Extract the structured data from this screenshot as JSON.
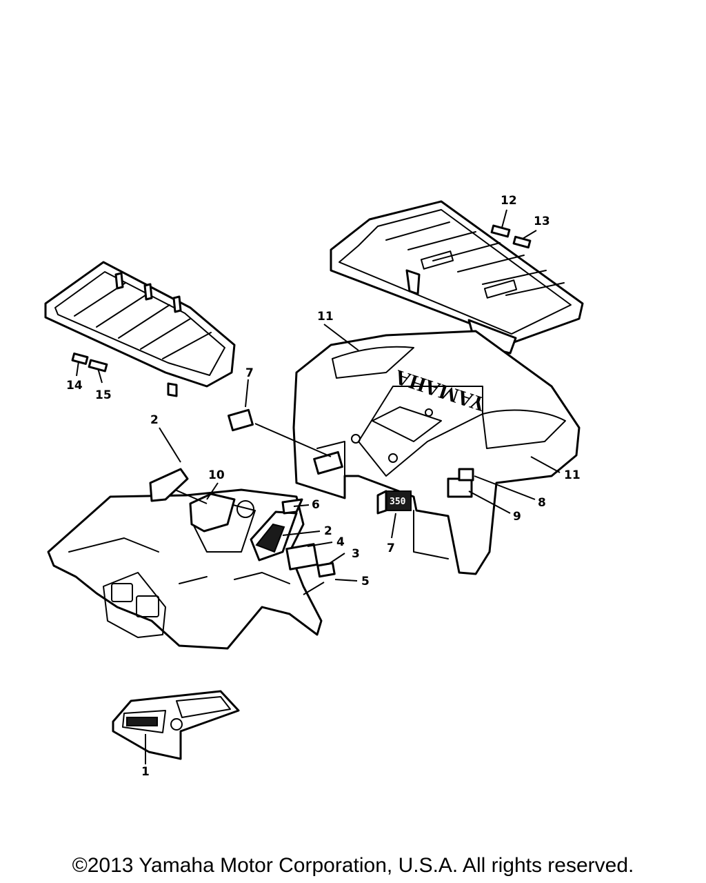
{
  "diagram": {
    "callouts": [
      {
        "id": "c1",
        "label": "1"
      },
      {
        "id": "c2a",
        "label": "2"
      },
      {
        "id": "c2b",
        "label": "2"
      },
      {
        "id": "c3",
        "label": "3"
      },
      {
        "id": "c4",
        "label": "4"
      },
      {
        "id": "c5",
        "label": "5"
      },
      {
        "id": "c6",
        "label": "6"
      },
      {
        "id": "c7a",
        "label": "7"
      },
      {
        "id": "c7b",
        "label": "7"
      },
      {
        "id": "c8",
        "label": "8"
      },
      {
        "id": "c9",
        "label": "9"
      },
      {
        "id": "c10",
        "label": "10"
      },
      {
        "id": "c11a",
        "label": "11"
      },
      {
        "id": "c11b",
        "label": "11"
      },
      {
        "id": "c12",
        "label": "12"
      },
      {
        "id": "c13",
        "label": "13"
      },
      {
        "id": "c14",
        "label": "14"
      },
      {
        "id": "c15",
        "label": "15"
      }
    ],
    "brand_text": "YAMAHA",
    "badge_text": "350"
  },
  "footer": {
    "copyright": "©2013 Yamaha Motor Corporation, U.S.A. All rights reserved."
  }
}
